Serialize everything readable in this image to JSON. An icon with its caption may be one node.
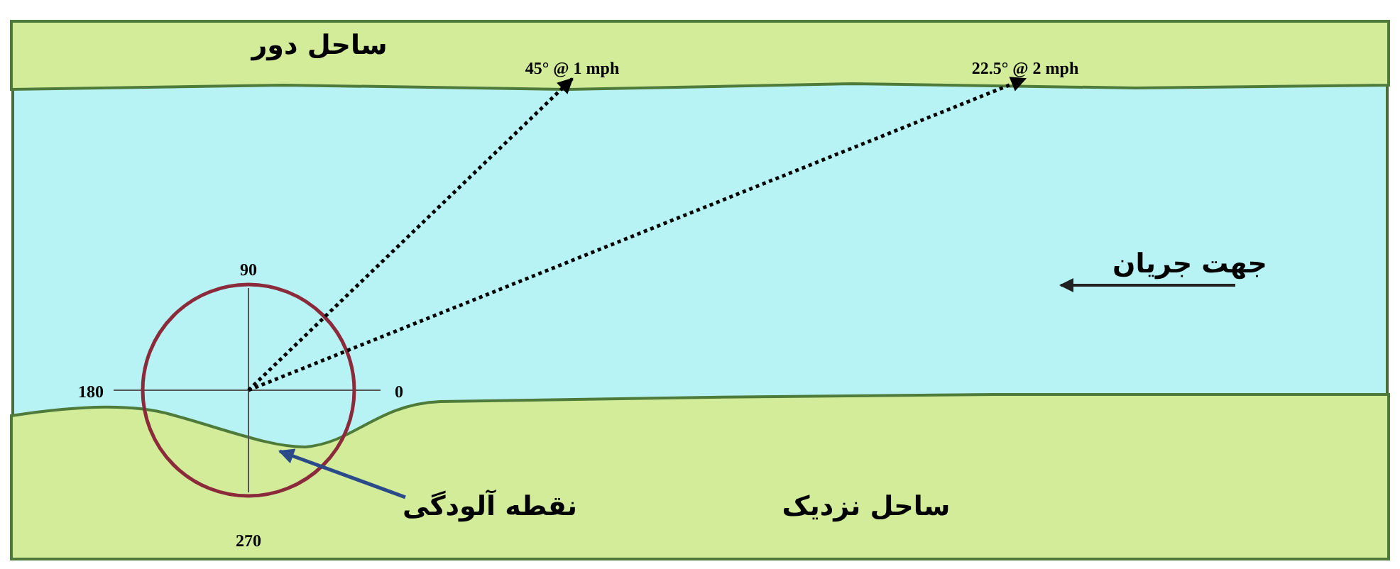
{
  "diagram": {
    "nodes": [
      {
        "text": [
          "ساحل دور"
        ]
      },
      {
        "text": [
          "45° @ 1 mph"
        ],
        "in": 0
      },
      {
        "text": [
          "22.5° @ 2 mph"
        ],
        "in": 0
      },
      {
        "text": [],
        "shape": "circle",
        "beside": [
          "90",
          "180",
          "0",
          "270"
        ]
      },
      {
        "text": [
          "ساحل نزدیک"
        ]
      },
      {
        "text": [
          "نقطه آلودگی"
        ],
        "in": 4
      }
    ],
    "edges": [
      {
        "from": 3,
        "to": 1,
        "arrow": "to",
        "style": "dashed"
      },
      {
        "from": 3,
        "to": 2,
        "arrow": "to",
        "style": "dashed"
      },
      {
        "from": 5,
        "to": 3,
        "arrow": "to",
        "color": "#2a4a8a"
      }
    ],
    "labels": [
      "جهت جریان"
    ]
  }
}
